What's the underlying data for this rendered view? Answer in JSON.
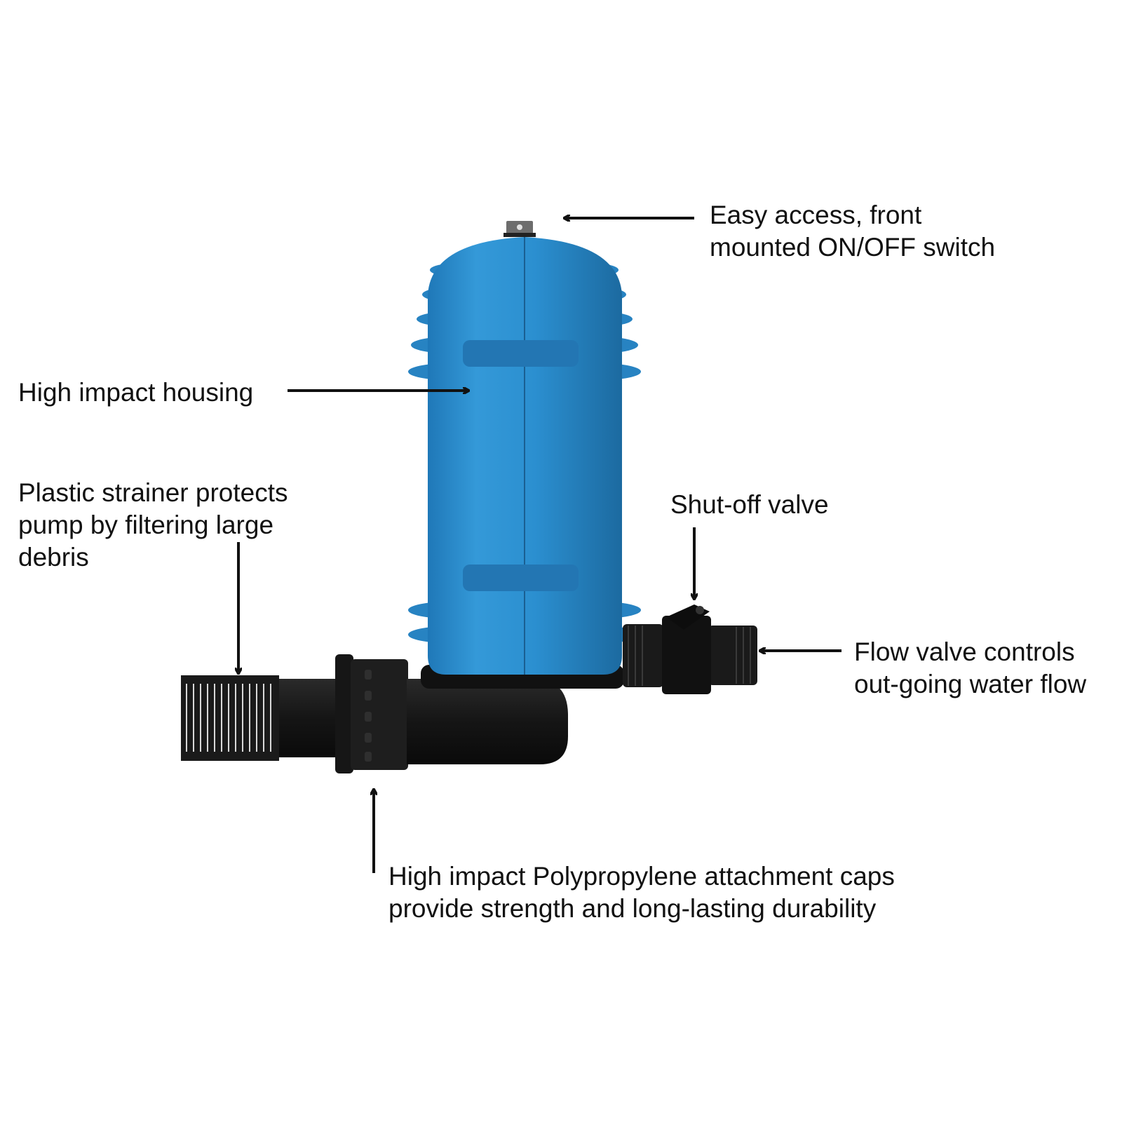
{
  "diagram": {
    "subject": "Dosing pump with blue housing and black fittings",
    "colors": {
      "housing_blue": "#2b8fd0",
      "housing_shade": "#1f6fa8",
      "fittings_black": "#1a1a1a",
      "text": "#111111",
      "background": "#ffffff"
    },
    "callouts": [
      {
        "id": "switch",
        "lines": [
          "Easy access, front",
          "mounted ON/OFF switch"
        ],
        "arrow": "points left to top switch"
      },
      {
        "id": "housing",
        "lines": [
          "High impact housing"
        ],
        "arrow": "points right to blue housing"
      },
      {
        "id": "strainer",
        "lines": [
          "Plastic strainer protects",
          "pump by filtering large",
          "debris"
        ],
        "arrow": "points down to strainer"
      },
      {
        "id": "shutoff",
        "lines": [
          "Shut-off valve"
        ],
        "arrow": "points down to valve lever"
      },
      {
        "id": "flow",
        "lines": [
          "Flow valve controls",
          "out-going water flow"
        ],
        "arrow": "points left to outlet fitting"
      },
      {
        "id": "caps",
        "lines": [
          "High impact Polypropylene attachment caps",
          "provide strength and long-lasting durability"
        ],
        "arrow": "points up to attachment cap"
      }
    ]
  }
}
